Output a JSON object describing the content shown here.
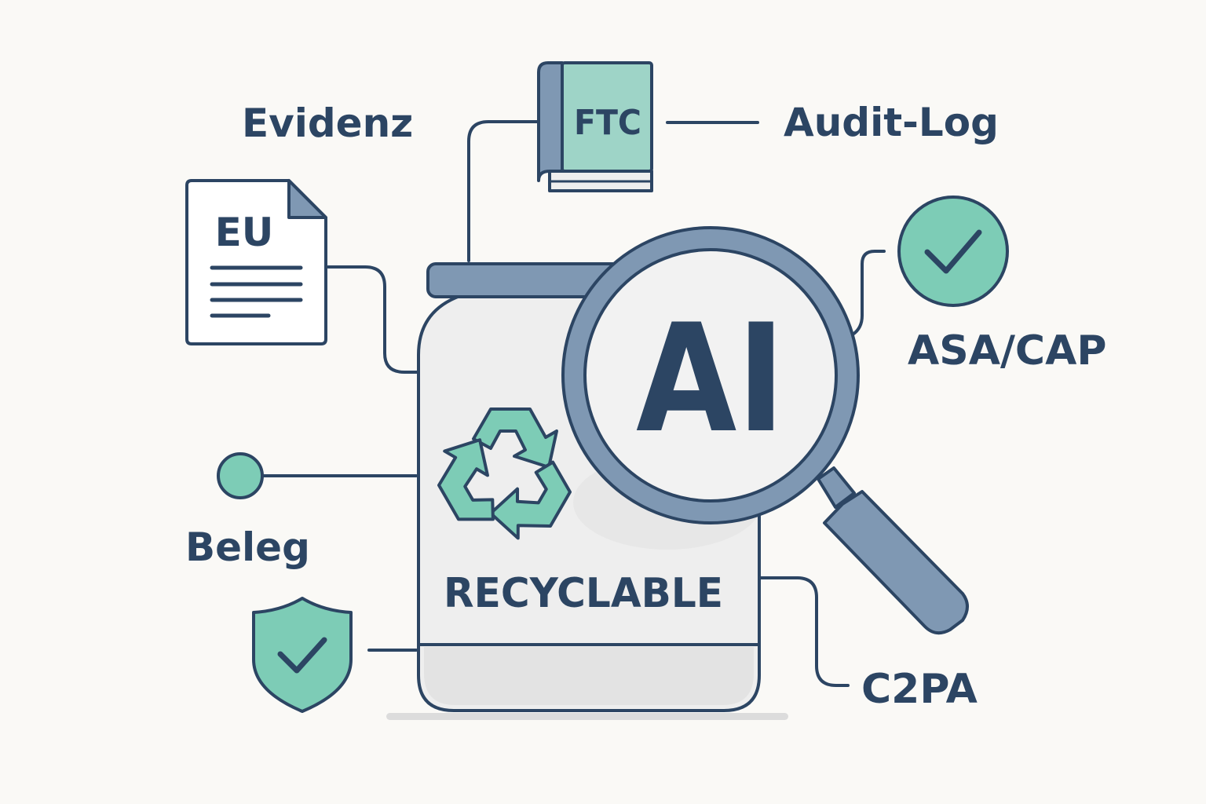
{
  "labels": {
    "evidenz": "Evidenz",
    "audit_log": "Audit-Log",
    "asa_cap": "ASA/CAP",
    "beleg": "Beleg",
    "c2pa": "C2PA"
  },
  "book": {
    "title": "FTC"
  },
  "document": {
    "title": "EU"
  },
  "magnifier": {
    "text": "AI"
  },
  "jar": {
    "label": "RECYCLABLE"
  },
  "icons": {
    "book": "book-icon",
    "document": "document-icon",
    "check_circle": "check-circle-icon",
    "node_dot": "node-dot-icon",
    "shield": "shield-check-icon",
    "jar": "jar-icon",
    "recycle": "recycle-icon",
    "magnifier": "magnifying-glass-icon"
  },
  "colors": {
    "background": "#faf9f6",
    "outline": "#2c4563",
    "mint": "#7dccb6",
    "book_cover": "#9ed4c7",
    "steel": "#7f98b3",
    "jar_body": "#eeeeee",
    "paper": "#ffffff"
  }
}
